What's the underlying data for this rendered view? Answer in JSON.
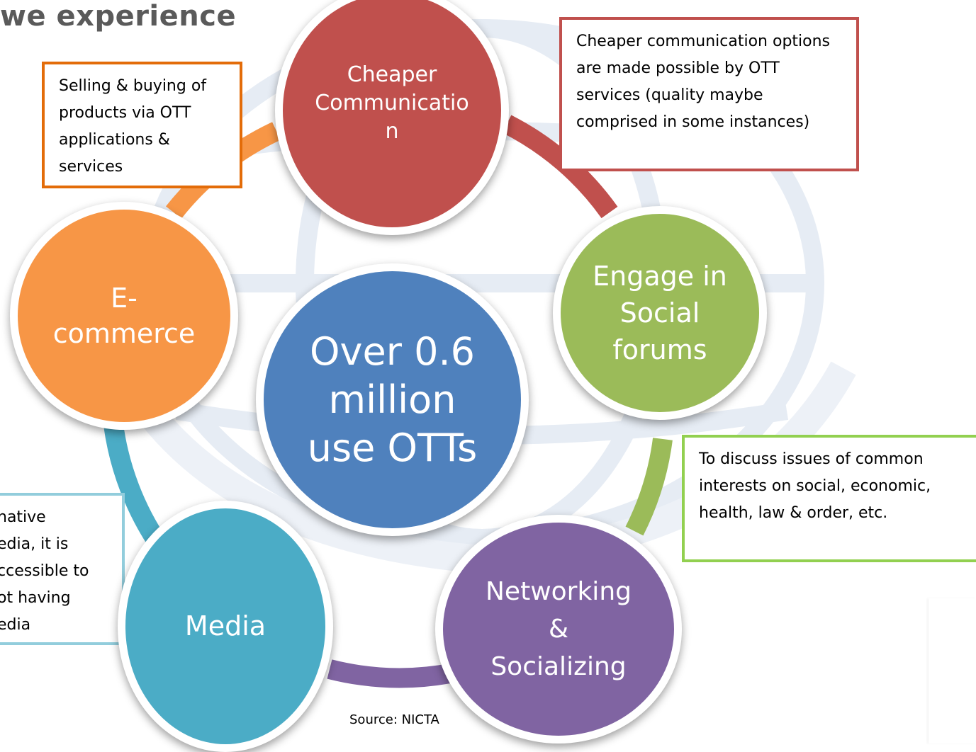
{
  "title": "we experience",
  "center": {
    "text": "Over 0.6 million use OTTs",
    "color": "#4f81bd"
  },
  "nodes": [
    {
      "key": "cheaper",
      "label": "Cheaper Communicatio n",
      "color": "#c0504d"
    },
    {
      "key": "social",
      "label": "Engage in Social forums",
      "color": "#9bbb59"
    },
    {
      "key": "networking",
      "label": "Networking & Socializing",
      "color": "#8064a2"
    },
    {
      "key": "media",
      "label": "Media",
      "color": "#4bacc6"
    },
    {
      "key": "ecommerce",
      "label": "E- commerce",
      "color": "#f79646"
    }
  ],
  "callouts": {
    "ecommerce": "Selling & buying of products via OTT applications & services",
    "cheaper": "Cheaper communication options are made possible by OTT services (quality maybe comprised in some instances)",
    "social": "To discuss issues of common interests on social, economic, health, law & order, etc.",
    "media": "native edia, it is ccessible to ot having edia"
  },
  "callout_colors": {
    "ecommerce": "#e36c09",
    "cheaper": "#c0504d",
    "social": "#92d050",
    "media": "#92cddc"
  },
  "source": "Source: NICTA"
}
